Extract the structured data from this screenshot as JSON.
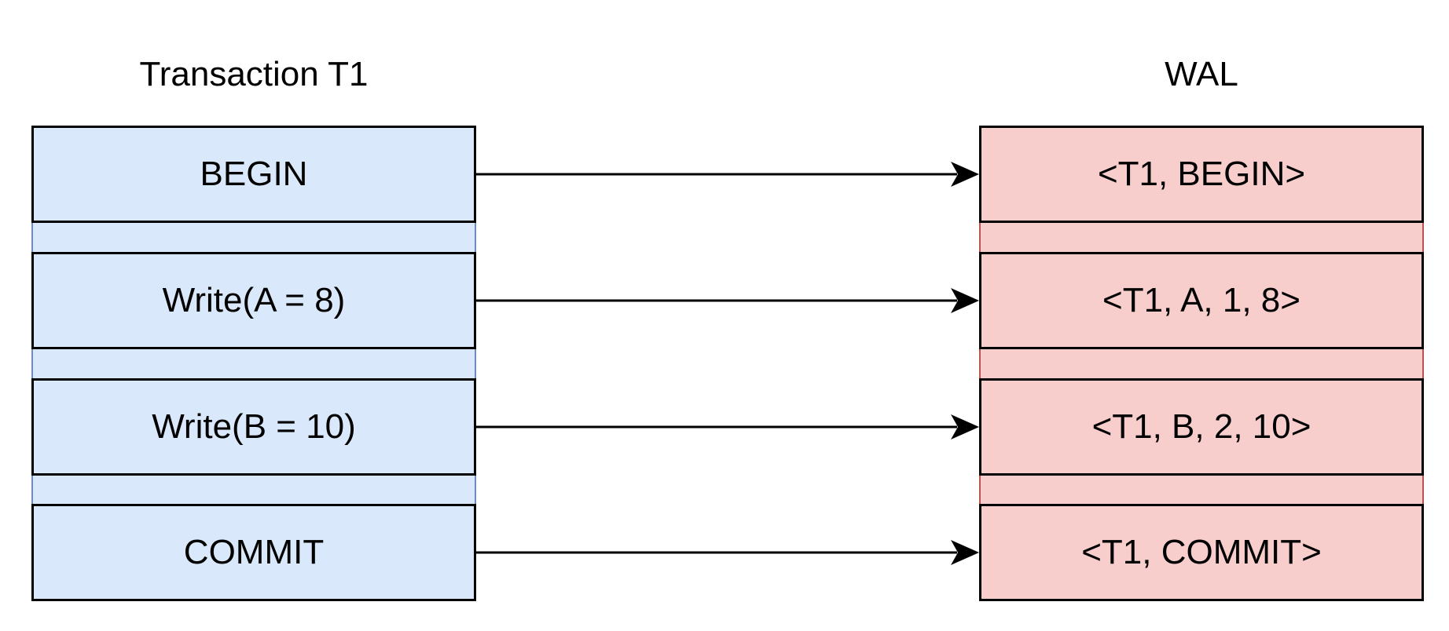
{
  "diagram": {
    "left_title": "Transaction T1",
    "right_title": "WAL",
    "colors": {
      "transaction_fill": "#dae8fc",
      "transaction_stroke": "#6c8ebf",
      "wal_fill": "#f8cecc",
      "wal_stroke": "#b85450",
      "arrow": "#000000"
    },
    "transaction_steps": [
      "BEGIN",
      "Write(A = 8)",
      "Write(B = 10)",
      "COMMIT"
    ],
    "wal_records": [
      "<T1, BEGIN>",
      "<T1, A, 1, 8>",
      "<T1, B, 2, 10>",
      "<T1, COMMIT>"
    ]
  }
}
